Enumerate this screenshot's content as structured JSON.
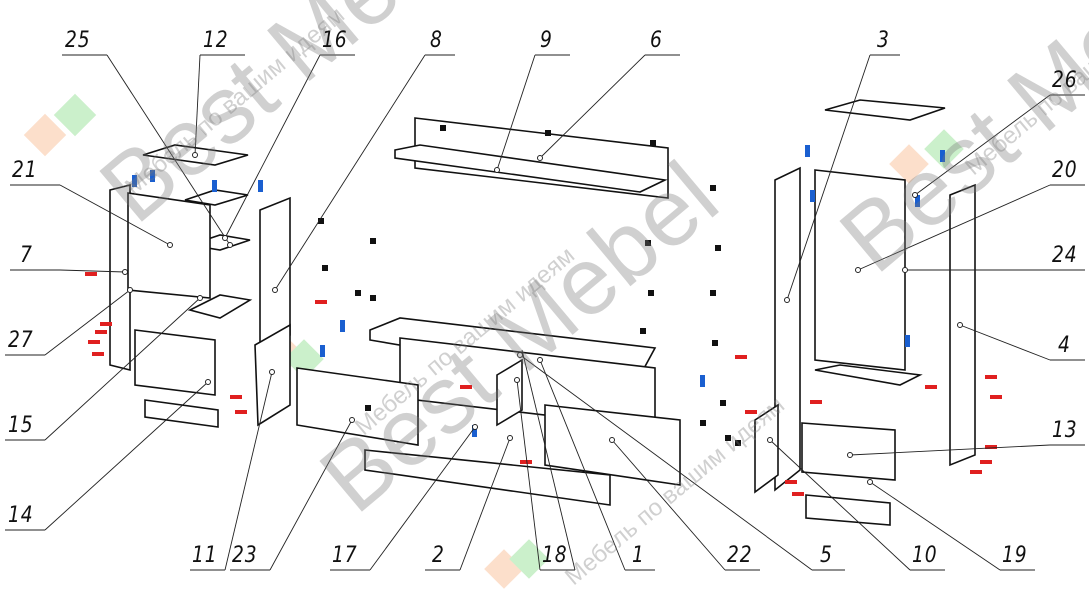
{
  "watermark": {
    "brand": "Best Mebel",
    "slogan": "Мебель по вашим идеям"
  },
  "part_labels": {
    "p1": "1",
    "p2": "2",
    "p3": "3",
    "p4": "4",
    "p5": "5",
    "p6": "6",
    "p7": "7",
    "p8": "8",
    "p9": "9",
    "p10": "10",
    "p11": "11",
    "p12": "12",
    "p13": "13",
    "p14": "14",
    "p15": "15",
    "p16": "16",
    "p17": "17",
    "p18": "18",
    "p19": "19",
    "p20": "20",
    "p21": "21",
    "p22": "22",
    "p23": "23",
    "p24": "24",
    "p25": "25",
    "p26": "26",
    "p27": "27"
  },
  "colors": {
    "fitting_blue": "#1a5fd0",
    "fitting_red": "#e02020",
    "fastener_black": "#111111"
  }
}
